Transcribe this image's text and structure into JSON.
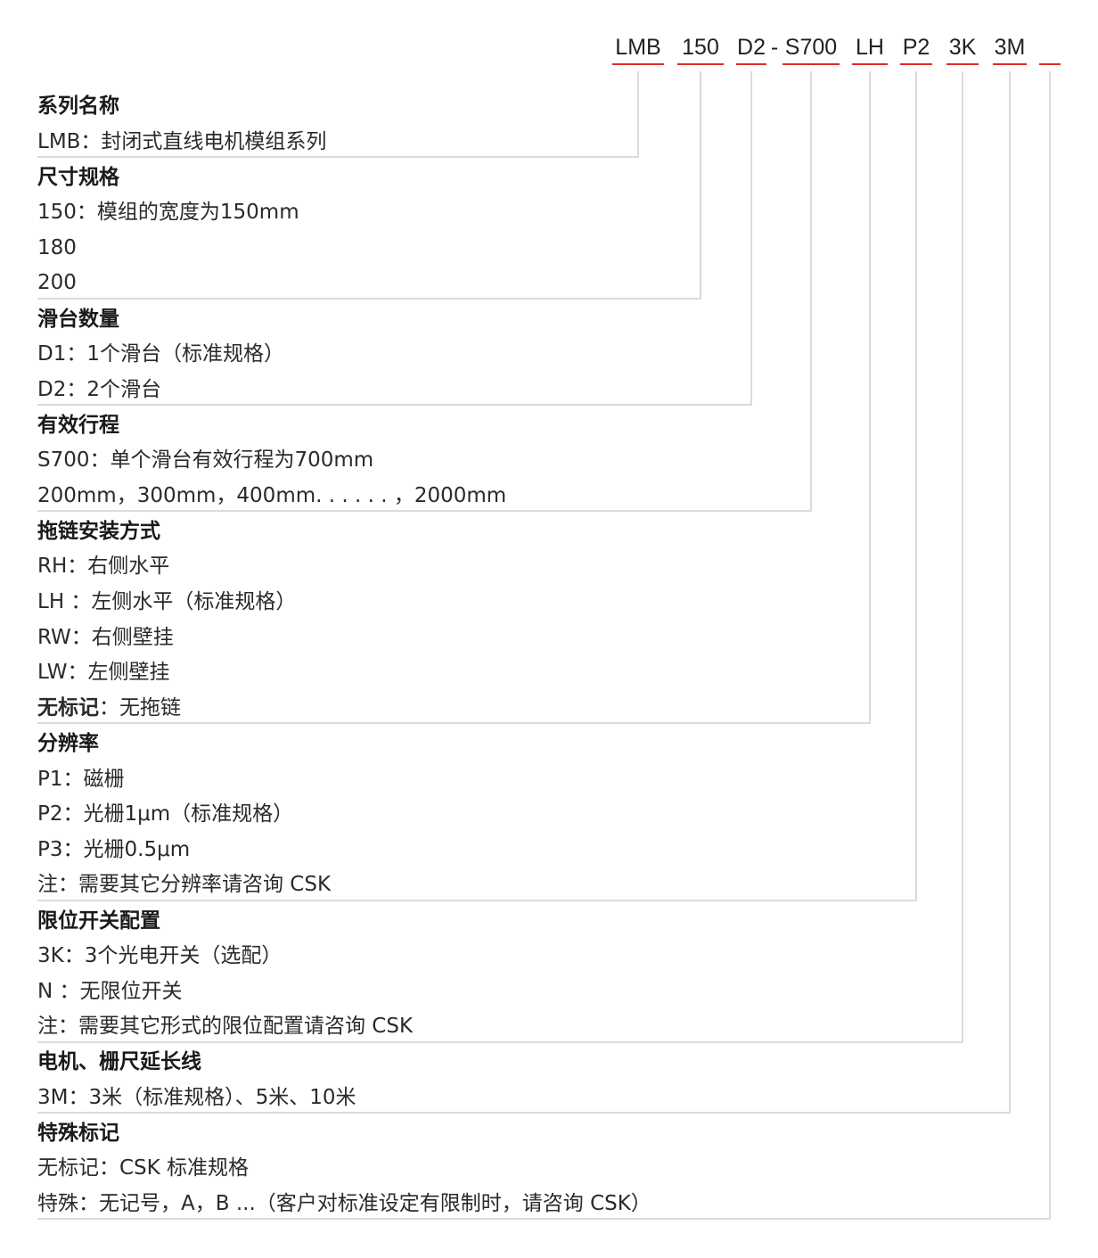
{
  "code": {
    "segments": [
      "LMB",
      "150",
      "D2",
      "S700",
      "LH",
      "P2",
      "3K",
      "3M",
      ""
    ],
    "separator": "-",
    "mark_color": "#e02a2a",
    "line_color": "#cfcfcf"
  },
  "sections": [
    {
      "title": "系列名称",
      "items": [
        "LMB：封闭式直线电机模组系列"
      ]
    },
    {
      "title": "尺寸规格",
      "items": [
        "150：模组的宽度为150mm",
        "180",
        "200"
      ]
    },
    {
      "title": "滑台数量",
      "items": [
        "D1：1个滑台（标准规格）",
        "D2：2个滑台"
      ]
    },
    {
      "title": "有效行程",
      "items": [
        "S700：单个滑台有效行程为700mm",
        "200mm，300mm，400mm. . . . . . ，2000mm"
      ]
    },
    {
      "title": "拖链安装方式",
      "items": [
        "RH：右侧水平",
        "LH ：左侧水平（标准规格）",
        "RW：右侧壁挂",
        "LW：左侧壁挂"
      ],
      "extra": {
        "label": "无标记",
        "text": "：无拖链"
      }
    },
    {
      "title": "分辨率",
      "items": [
        "P1：磁栅",
        "P2：光栅1μm（标准规格）",
        "P3：光栅0.5μm",
        "注：需要其它分辨率请咨询 CSK"
      ]
    },
    {
      "title": "限位开关配置",
      "items": [
        "3K：3个光电开关（选配）",
        "N ：无限位开关",
        "注：需要其它形式的限位配置请咨询 CSK"
      ]
    },
    {
      "title": "电机、栅尺延长线",
      "items": [
        "3M：3米（标准规格）、5米、10米"
      ]
    },
    {
      "title": "特殊标记",
      "items": [
        "无标记：CSK 标准规格",
        "特殊：无记号，A，B ...（客户对标准设定有限制时，请咨询 CSK）"
      ]
    }
  ]
}
